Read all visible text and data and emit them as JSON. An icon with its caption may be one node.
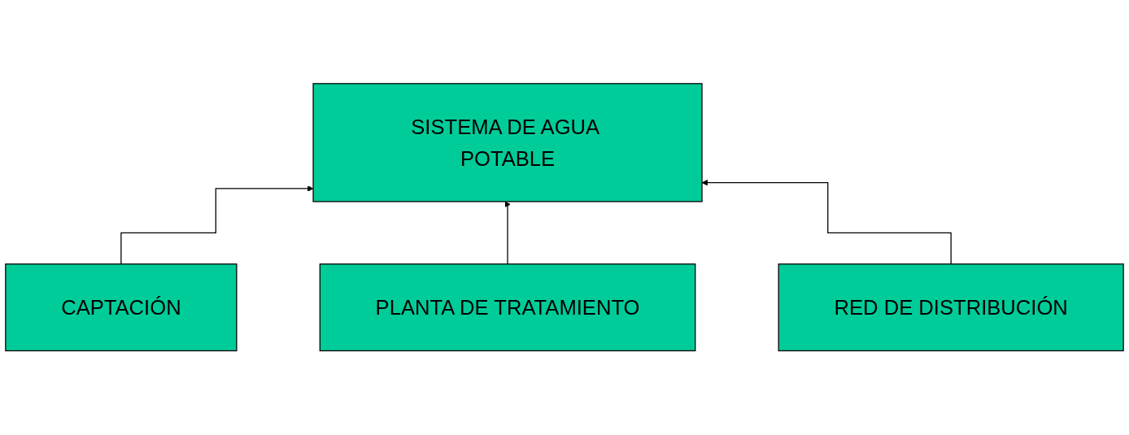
{
  "diagram": {
    "nodes": [
      {
        "text": [
          "SISTEMA DE AGUA POTABLE"
        ]
      },
      {
        "text": [
          "CAPTACIÓN"
        ]
      },
      {
        "text": [
          "PLANTA DE TRATAMIENTO"
        ]
      },
      {
        "text": [
          "RED DE DISTRIBUCIÓN"
        ]
      }
    ],
    "edges": [
      {
        "from": 1,
        "to": 0,
        "arrow": "to"
      },
      {
        "from": 2,
        "to": 0,
        "arrow": "to"
      },
      {
        "from": 3,
        "to": 0,
        "arrow": "to"
      }
    ]
  }
}
